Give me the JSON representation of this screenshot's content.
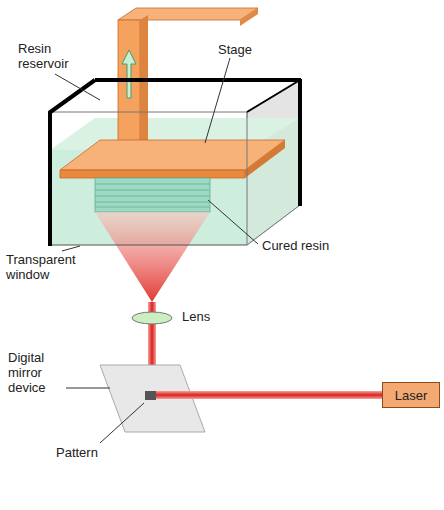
{
  "diagram": {
    "nodes": [
      {
        "text": [
          "Laser"
        ]
      }
    ],
    "labels": [
      "Resin reservoir",
      "Stage",
      "Cured resin",
      "Transparent window",
      "Lens",
      "Digital mirror device",
      "Pattern"
    ]
  }
}
